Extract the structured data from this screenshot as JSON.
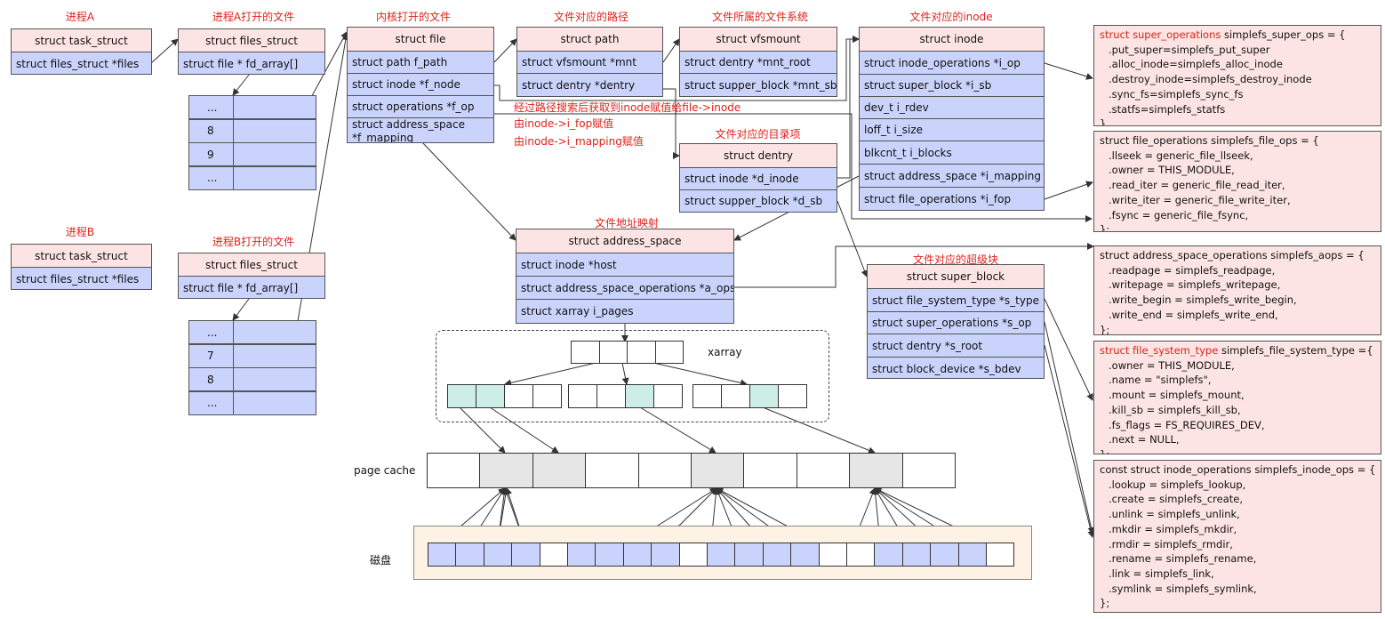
{
  "captions": {
    "procA": "进程A",
    "procA_files": "进程A打开的文件",
    "kernel_files": "内核打开的文件",
    "file_path": "文件对应的路径",
    "fs": "文件所属的文件系统",
    "inode": "文件对应的inode",
    "dentry": "文件对应的目录项",
    "addr_map": "文件地址映射",
    "super": "文件对应的超级块",
    "procB": "进程B",
    "procB_files": "进程B打开的文件"
  },
  "notes": {
    "n1": "经过路径搜索后获取到inode赋值给file->inode",
    "n2": "由inode->i_fop赋值",
    "n3": "由inode->i_mapping赋值"
  },
  "structs": {
    "taskA": {
      "head": "struct task_struct",
      "rows": [
        "struct files_struct    *files"
      ]
    },
    "filesA": {
      "head": "struct files_struct",
      "rows": [
        "struct file  * fd_array[]"
      ]
    },
    "taskB": {
      "head": "struct task_struct",
      "rows": [
        "struct files_struct    *files"
      ]
    },
    "filesB": {
      "head": "struct files_struct",
      "rows": [
        "struct file  * fd_array[]"
      ]
    },
    "file": {
      "head": "struct file",
      "rows": [
        "struct path f_path",
        "struct inode *f_node",
        "struct operations *f_op",
        "struct address_space\n*f_mapping"
      ]
    },
    "path": {
      "head": "struct path",
      "rows": [
        "struct vfsmount *mnt",
        "struct dentry *dentry"
      ]
    },
    "vfsmount": {
      "head": "struct vfsmount",
      "rows": [
        "struct dentry *mnt_root",
        "struct supper_block *mnt_sb"
      ]
    },
    "inode": {
      "head": "struct inode",
      "rows": [
        "struct inode_operations *i_op",
        "struct super_block *i_sb",
        "dev_t i_rdev",
        "loff_t i_size",
        "blkcnt_t i_blocks",
        "struct address_space *i_mapping",
        "struct file_operations *i_fop"
      ]
    },
    "dentry": {
      "head": "struct dentry",
      "rows": [
        "struct inode *d_inode",
        "struct supper_block *d_sb"
      ]
    },
    "aspace": {
      "head": "struct address_space",
      "rows": [
        "struct inode *host",
        "struct address_space_operations *a_ops",
        "struct xarray i_pages"
      ]
    },
    "sblock": {
      "head": "struct super_block",
      "rows": [
        "struct file_system_type *s_type",
        "struct super_operations *s_op",
        "struct dentry *s_root",
        "struct block_device *s_bdev"
      ]
    }
  },
  "fd_arrays": {
    "A": [
      "...",
      "8",
      "9",
      "..."
    ],
    "B": [
      "...",
      "7",
      "8",
      "..."
    ]
  },
  "xarray_label": "xarray",
  "page_cache_label": "page cache",
  "disk_label": "磁盘",
  "code": {
    "super_ops": {
      "head_red": "struct super_operations",
      "head_rest": " simplefs_super_ops = {",
      "lines": [
        ".put_super=simplefs_put_super",
        ".alloc_inode=simplefs_alloc_inode",
        ".destroy_inode=simplefs_destroy_inode",
        ".sync_fs=simplefs_sync_fs",
        ".statfs=simplefs_statfs"
      ],
      "end": "}"
    },
    "file_ops": {
      "head_red": "",
      "head_rest": "struct file_operations simplefs_file_ops = {",
      "lines": [
        ".llseek = generic_file_llseek,",
        ".owner = THIS_MODULE,",
        ".read_iter = generic_file_read_iter,",
        ".write_iter = generic_file_write_iter,",
        ".fsync = generic_file_fsync,"
      ],
      "end": "};"
    },
    "aops": {
      "head_red": "",
      "head_rest": "struct address_space_operations simplefs_aops = {",
      "lines": [
        ".readpage = simplefs_readpage,",
        ".writepage = simplefs_writepage,",
        ".write_begin = simplefs_write_begin,",
        ".write_end = simplefs_write_end,"
      ],
      "end": "};"
    },
    "fstype": {
      "head_red": "struct file_system_type",
      "head_rest": " simplefs_file_system_type ={",
      "lines": [
        ".owner = THIS_MODULE,",
        ".name = \"simplefs\",",
        ".mount = simplefs_mount,",
        ".kill_sb = simplefs_kill_sb,",
        ".fs_flags = FS_REQUIRES_DEV,",
        ".next = NULL,"
      ],
      "end": "};"
    },
    "inode_ops": {
      "head_red": "",
      "head_rest": "const struct inode_operations simplefs_inode_ops = {",
      "lines": [
        ".lookup = simplefs_lookup,",
        ".create = simplefs_create,",
        ".unlink = simplefs_unlink,",
        ".mkdir = simplefs_mkdir,",
        ".rmdir = simplefs_rmdir,",
        ".rename = simplefs_rename,",
        ".link = simplefs_link,",
        ".symlink = simplefs_symlink,"
      ],
      "end": "};"
    }
  },
  "colors": {
    "header": "#fde4e4",
    "body": "#c9d3fb",
    "caption": "#e0211b",
    "xarray_slot": "#cdeee6",
    "page_cached": "#e6e6e6",
    "disk_bg": "#fdf2e4"
  }
}
